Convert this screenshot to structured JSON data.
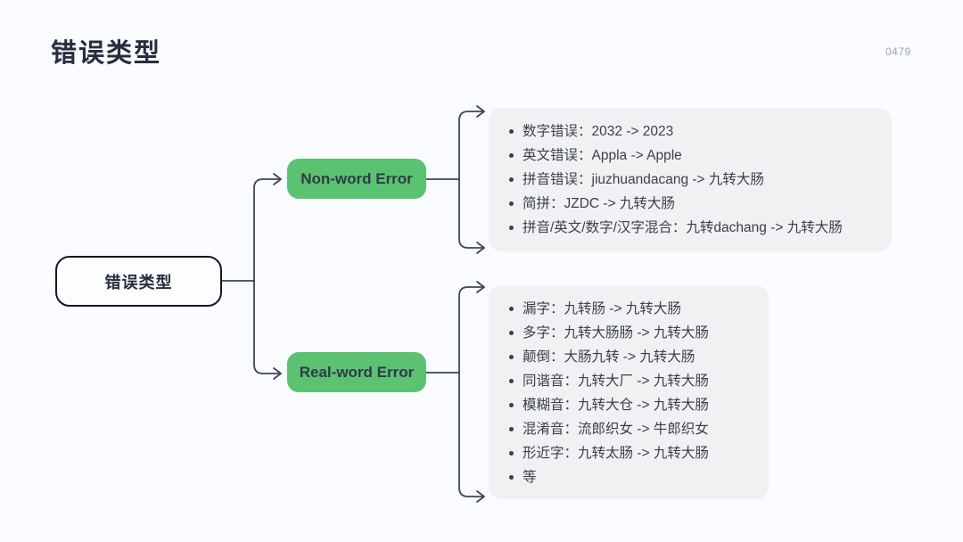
{
  "page": {
    "title": "错误类型",
    "page_number": "0479"
  },
  "colors": {
    "background": "#FAFBFE",
    "node_green": "#5BC272",
    "panel_gray": "#F1F1F3",
    "connector_line": "#3D4553",
    "text_dark": "#262E3E"
  },
  "diagram": {
    "root": {
      "label": "错误类型"
    },
    "branches": [
      {
        "label": "Non-word Error",
        "items": [
          "数字错误：2032 -> 2023",
          "英文错误：Appla -> Apple",
          "拼音错误：jiuzhuandacang -> 九转大肠",
          "简拼：JZDC -> 九转大肠",
          "拼音/英文/数字/汉字混合：九转dachang -> 九转大肠"
        ]
      },
      {
        "label": "Real-word Error",
        "items": [
          "漏字：九转肠 -> 九转大肠",
          "多字：九转大肠肠 -> 九转大肠",
          "颠倒：大肠九转 -> 九转大肠",
          "同谐音：九转大厂 -> 九转大肠",
          "模糊音：九转大仓 -> 九转大肠",
          "混淆音：流郎织女 -> 牛郎织女",
          "形近字：九转太肠 -> 九转大肠",
          "等"
        ]
      }
    ]
  }
}
